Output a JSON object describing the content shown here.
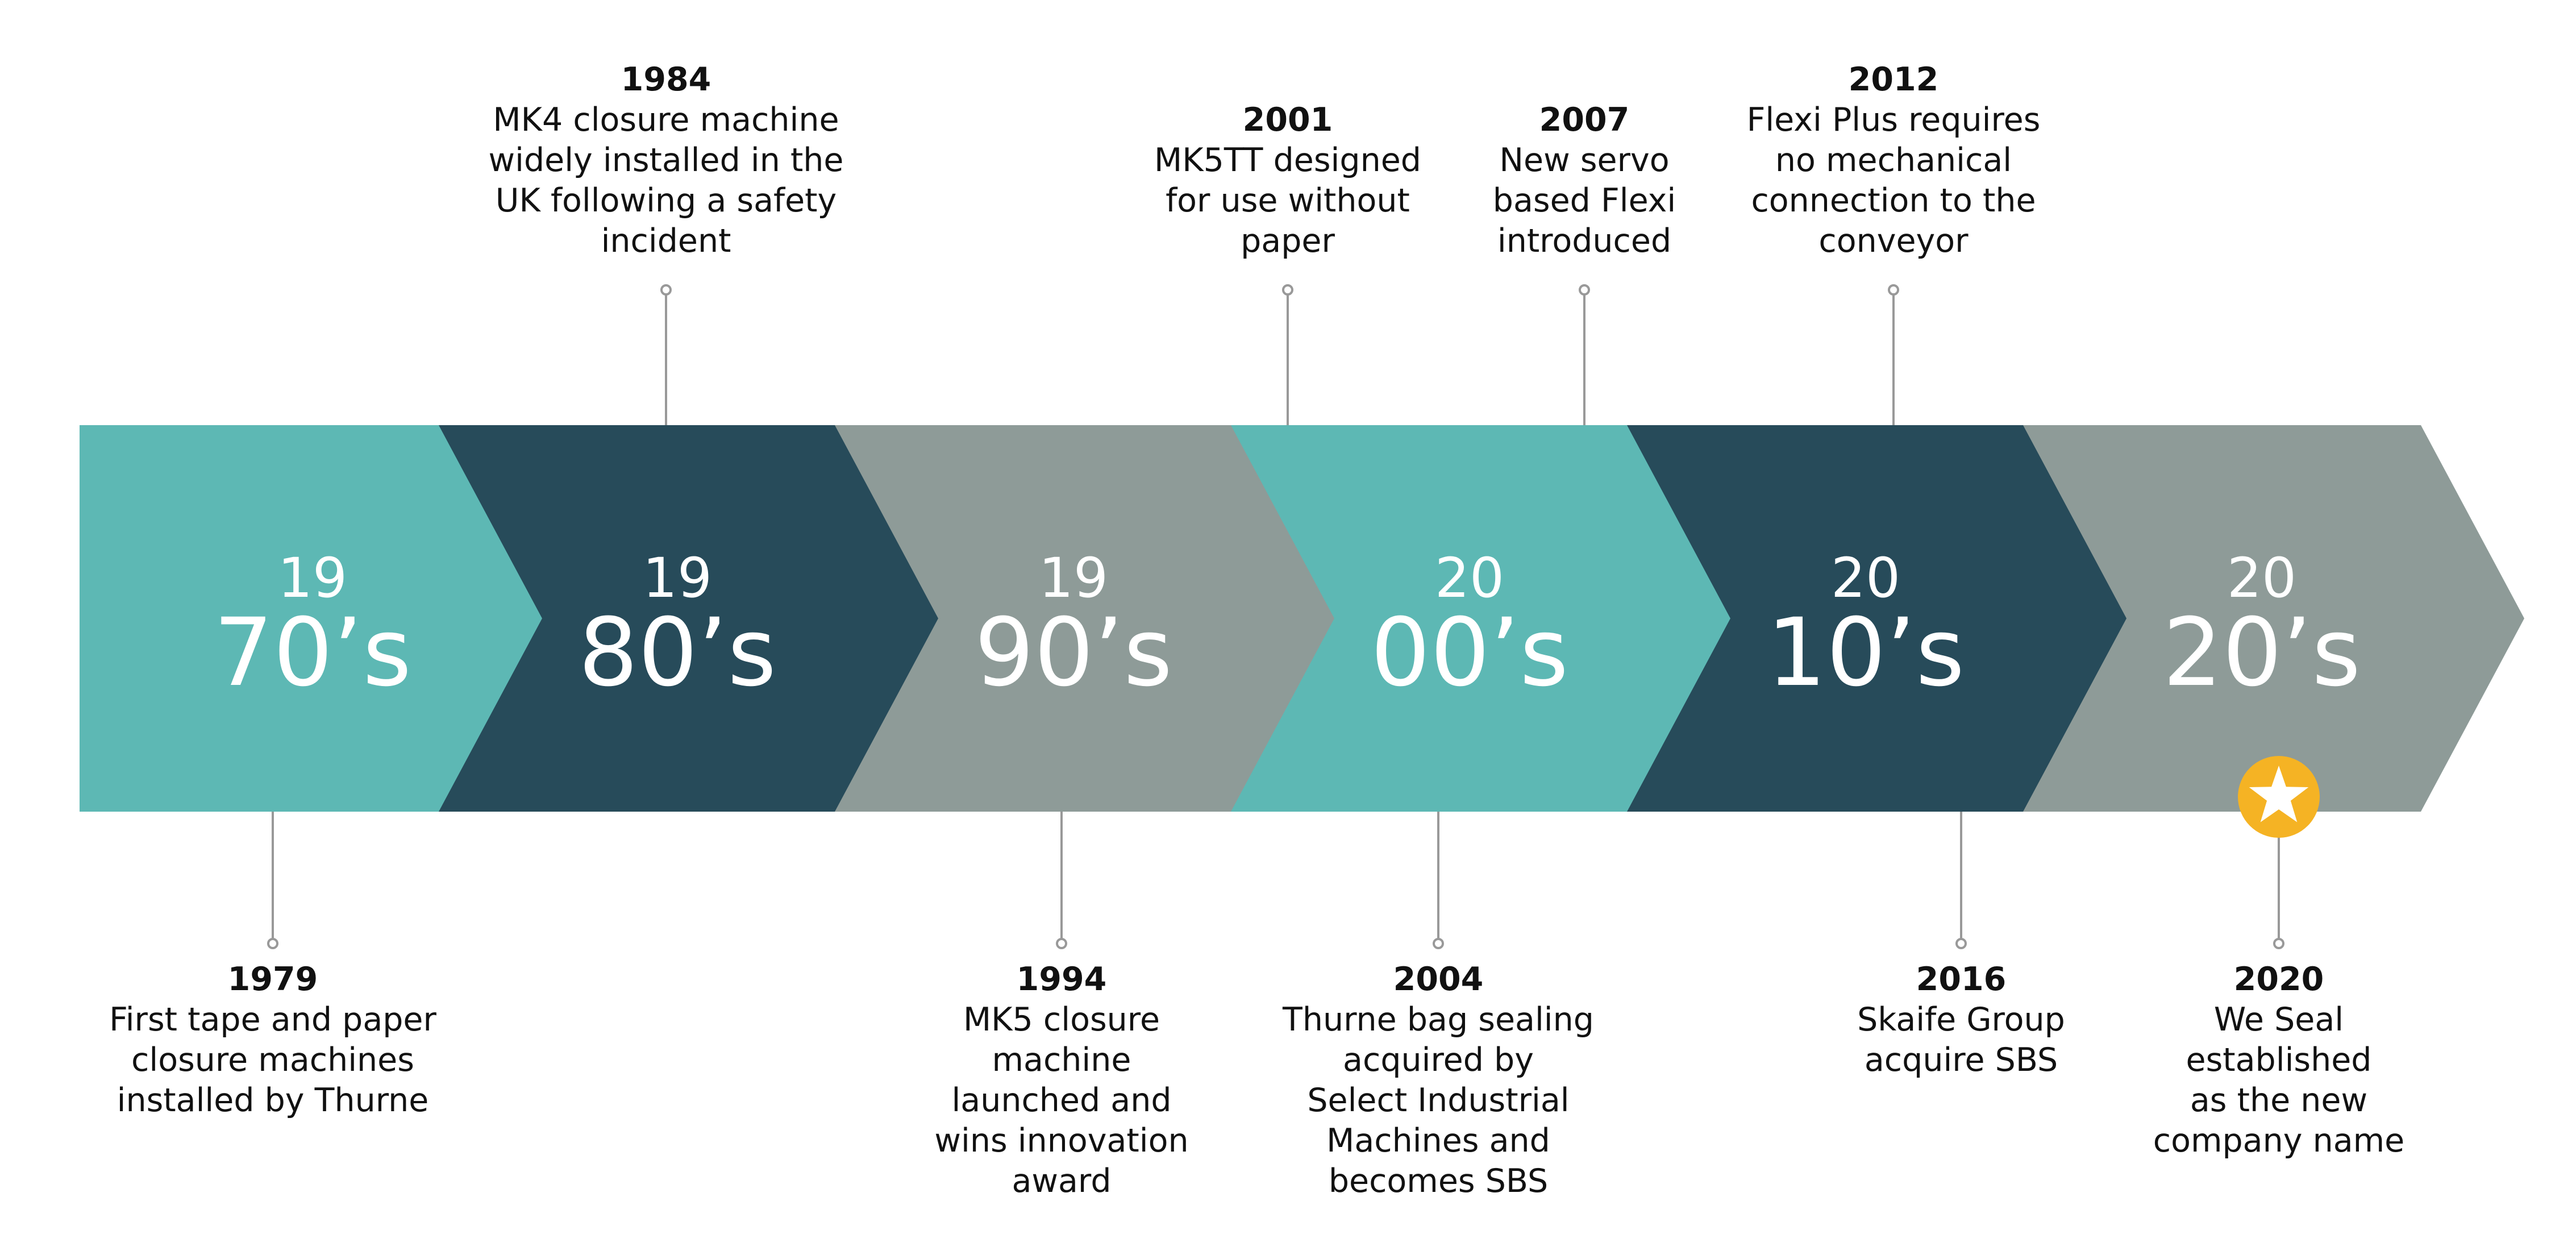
{
  "colors": {
    "teal": "#5db8b4",
    "dark": "#274b5a",
    "grey": "#8e9b98",
    "connector": "#999999",
    "star": "#f5b324",
    "text": "#111111"
  },
  "decades": [
    {
      "century": "19",
      "label": "70’s",
      "color": "#5db8b4"
    },
    {
      "century": "19",
      "label": "80’s",
      "color": "#274b5a"
    },
    {
      "century": "19",
      "label": "90’s",
      "color": "#8e9b98"
    },
    {
      "century": "20",
      "label": "00’s",
      "color": "#5db8b4"
    },
    {
      "century": "20",
      "label": "10’s",
      "color": "#274b5a"
    },
    {
      "century": "20",
      "label": "20’s",
      "color": "#8e9b98"
    }
  ],
  "events_top": [
    {
      "year": "1984",
      "text": "MK4 closure machine\nwidely installed in the\nUK following a safety\nincident"
    },
    {
      "year": "2001",
      "text": "MK5TT designed\nfor use without\npaper"
    },
    {
      "year": "2007",
      "text": "New servo\nbased Flexi\nintroduced"
    },
    {
      "year": "2012",
      "text": "Flexi Plus requires\nno mechanical\nconnection to the\nconveyor"
    }
  ],
  "events_bottom": [
    {
      "year": "1979",
      "text": "First tape and paper\nclosure machines\ninstalled by Thurne"
    },
    {
      "year": "1994",
      "text": "MK5 closure\nmachine\nlaunched and\nwins innovation\naward"
    },
    {
      "year": "2004",
      "text": "Thurne bag sealing\nacquired by\nSelect Industrial\nMachines and\nbecomes SBS"
    },
    {
      "year": "2016",
      "text": "Skaife Group\nacquire SBS"
    },
    {
      "year": "2020",
      "text": "We Seal\nestablished\nas the new\ncompany name"
    }
  ]
}
